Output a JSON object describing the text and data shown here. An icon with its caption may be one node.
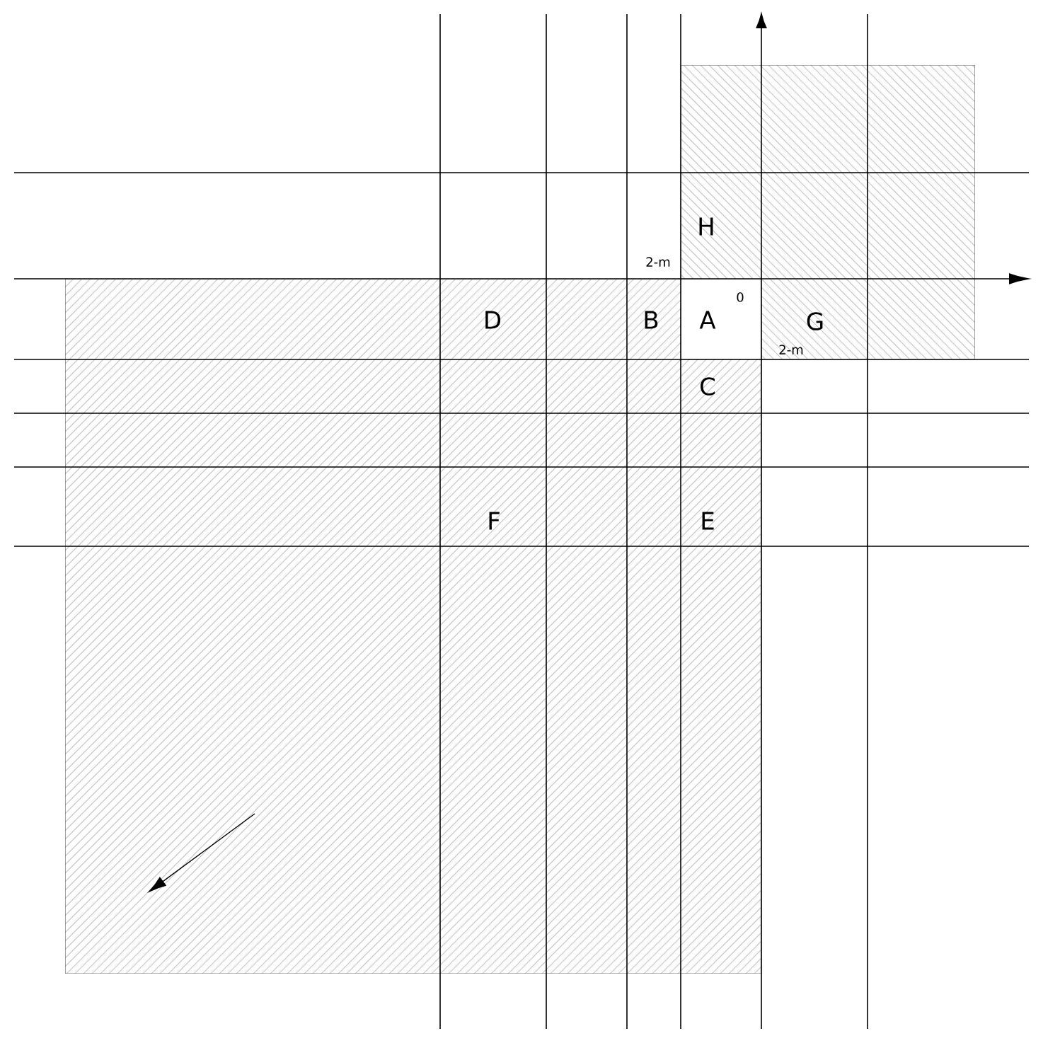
{
  "diagram": {
    "labels": [
      "H",
      "2-m",
      "D",
      "B",
      "A",
      "0",
      "G",
      "2-m",
      "C",
      "F",
      "E"
    ]
  }
}
